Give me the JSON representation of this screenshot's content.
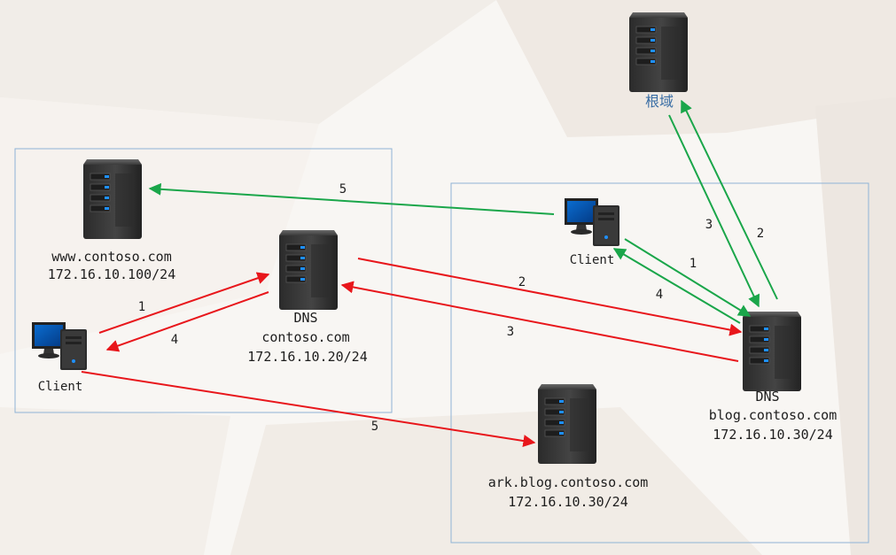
{
  "root": {
    "label": "根域"
  },
  "left_zone": {
    "www_server": {
      "name": "www.contoso.com",
      "ip": "172.16.10.100/24"
    },
    "dns_server": {
      "label": "DNS",
      "domain": "contoso.com",
      "ip": "172.16.10.20/24"
    },
    "client": {
      "label": "Client"
    }
  },
  "right_zone": {
    "client": {
      "label": "Client"
    },
    "dns_server": {
      "label": "DNS",
      "domain": "blog.contoso.com",
      "ip": "172.16.10.30/24"
    },
    "ark_server": {
      "name": "ark.blog.contoso.com",
      "ip": "172.16.10.30/24"
    }
  },
  "steps": {
    "red_1": "1",
    "red_4": "4",
    "red_2": "2",
    "red_3": "3",
    "red_5": "5",
    "green_5": "5",
    "green_1": "1",
    "green_4": "4",
    "green_3": "3",
    "green_2": "2"
  },
  "colors": {
    "red_arrow": "#e8161b",
    "green_arrow": "#1aa64a",
    "zone_border": "#8fb3d6",
    "root_label": "#3a6ea5"
  }
}
